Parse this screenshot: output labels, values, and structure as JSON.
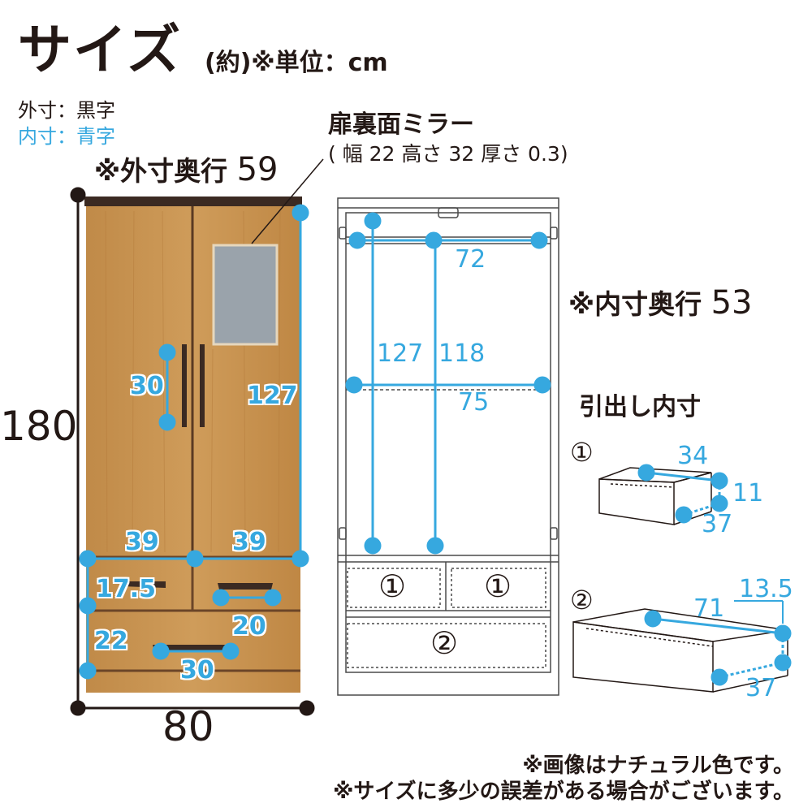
{
  "title": "サイズ",
  "unit_note": "(約)※単位：cm",
  "legend": {
    "outer": "外寸：黒字",
    "inner": "内寸：青字"
  },
  "mirror": {
    "title": "扉裏面ミラー",
    "spec": "( 幅 22 高さ 32 厚さ 0.3)"
  },
  "outer_depth": {
    "label": "※外寸奥行",
    "value": "59"
  },
  "inner_depth": {
    "label": "※内寸奥行",
    "value": "53"
  },
  "drawer_inner_title": "引出し内寸",
  "outer_dims": {
    "height": "180",
    "width": "80"
  },
  "front_inner": {
    "handle": "30",
    "door_inner_h": "127",
    "drawer_w_left": "39",
    "drawer_w_right": "39",
    "drawer1_h": "17.5",
    "drawer1_handle": "20",
    "drawer2_h": "22",
    "drawer2_handle": "30"
  },
  "inside_view": {
    "top_width": "72",
    "height_left": "127",
    "height_mid": "118",
    "shelf_width": "75",
    "drawer_labels": [
      "①",
      "①",
      "②"
    ]
  },
  "drawers": {
    "d1": {
      "label": "①",
      "width": "34",
      "height": "11",
      "depth": "37"
    },
    "d2": {
      "label": "②",
      "width": "71",
      "height": "13.5",
      "depth": "37"
    }
  },
  "notes": [
    "※画像はナチュラル色です。",
    "※サイズに多少の誤差がある場合がございます。"
  ],
  "colors": {
    "accent_blue": "#36a8df",
    "wood": "#c9944f",
    "dark": "#231815"
  }
}
